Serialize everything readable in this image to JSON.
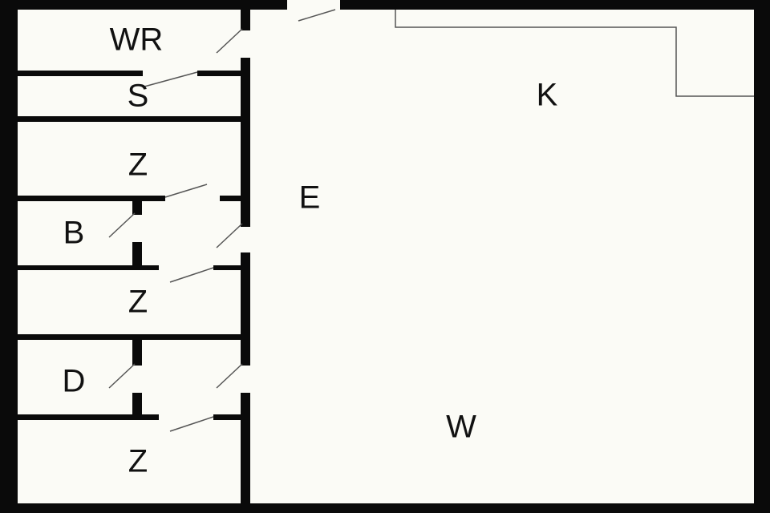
{
  "colors": {
    "wall": "#111111",
    "floor": "#fbfbf6",
    "door_line": "#555555"
  },
  "rooms": {
    "wr": "WR",
    "s": "S",
    "z1": "Z",
    "b": "B",
    "z2": "Z",
    "d": "D",
    "z3": "Z",
    "e": "E",
    "k": "K",
    "w": "W"
  }
}
